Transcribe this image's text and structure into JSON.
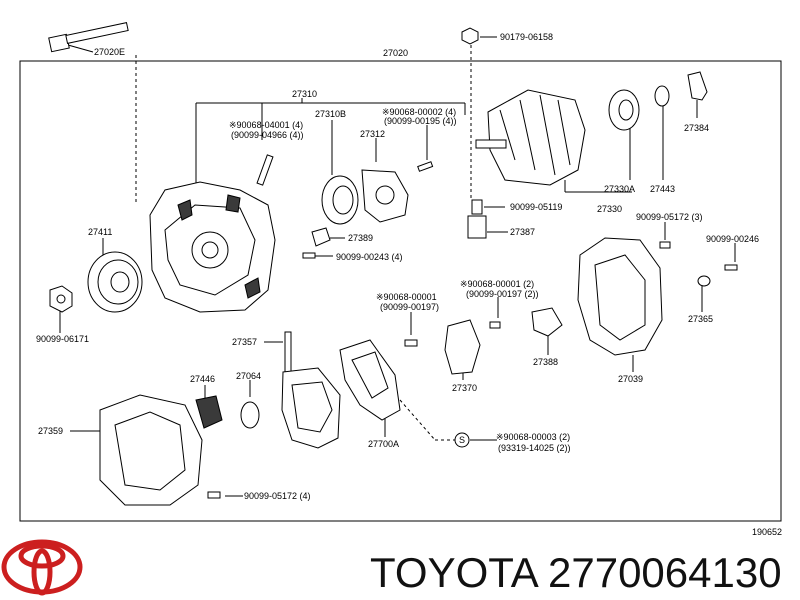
{
  "labels": {
    "l_27020E": "27020E",
    "l_90179_06158": "90179-06158",
    "l_27020": "27020",
    "l_27310": "27310",
    "l_90068_04001": "※90068-04001 (4)",
    "l_90099_04966": "(90099-04966 (4))",
    "l_27310B": "27310B",
    "l_90068_00002": "※90068-00002 (4)",
    "l_90099_00195": "(90099-00195 (4))",
    "l_27312": "27312",
    "l_27384": "27384",
    "l_27330A": "27330A",
    "l_27443": "27443",
    "l_90099_05119": "90099-05119",
    "l_27330": "27330",
    "l_90099_05172_3": "90099-05172 (3)",
    "l_90099_00246": "90099-00246",
    "l_27411": "27411",
    "l_27389": "27389",
    "l_27387": "27387",
    "l_90099_00243": "90099-00243 (4)",
    "l_90068_00001_2": "※90068-00001 (2)",
    "l_90099_00197_2": "(90099-00197 (2))",
    "l_90068_00001": "※90068-00001",
    "l_90099_00197": "(90099-00197)",
    "l_90099_06171": "90099-06171",
    "l_27357": "27357",
    "l_27365": "27365",
    "l_27388": "27388",
    "l_27446": "27446",
    "l_27064": "27064",
    "l_27370": "27370",
    "l_27039": "27039",
    "l_27359": "27359",
    "l_27700A": "27700A",
    "l_S": "S",
    "l_90068_00003": "※90068-00003 (2)",
    "l_93319_14025": "(93319-14025 (2))",
    "l_90099_05172_4": "90099-05172 (4)",
    "l_190652": "190652"
  },
  "footer": {
    "brand": "TOYOTA",
    "part_number": "2770064130",
    "logo_color": "#cc1f1f"
  },
  "icons": {
    "logo": "toyota-logo-icon"
  }
}
